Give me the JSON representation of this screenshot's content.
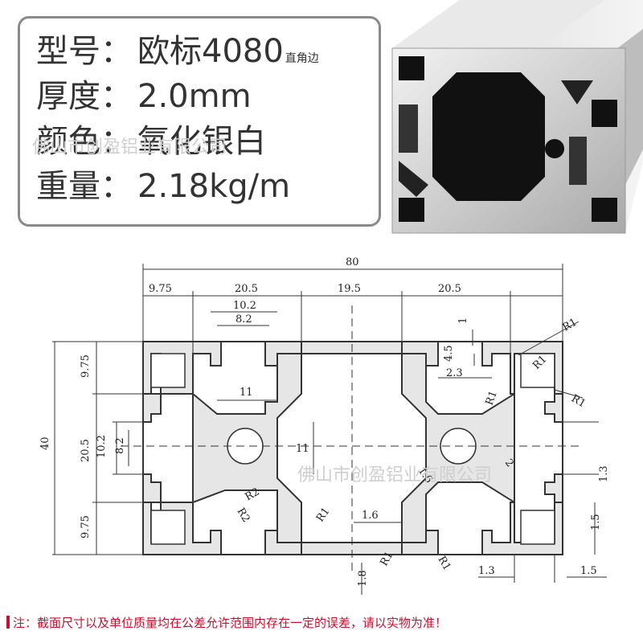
{
  "spec": {
    "model_label": "型号",
    "model_value": "欧标4080",
    "model_suffix": "直角边",
    "thickness_label": "厚度",
    "thickness_value": "2.0mm",
    "color_label": "颜色",
    "color_value": "氧化银白",
    "weight_label": "重量",
    "weight_value": "2.18kg/m",
    "colon": "："
  },
  "watermark": {
    "text_top": "佛山市创盈铝业有限公司",
    "text_drawing": "佛山市创盈铝业有限公司"
  },
  "dimensions": {
    "overall_width": "80",
    "seg_1": "9.75",
    "seg_2": "20.5",
    "seg_3": "19.5",
    "seg_4": "20.5",
    "slot_outer": "10.2",
    "slot_inner": "8.2",
    "overall_height": "40",
    "left_top": "9.75",
    "left_mid": "20.5",
    "left_mid_a": "10.2",
    "left_mid_b": "8.2",
    "left_bottom": "9.75",
    "node_width": "11",
    "node_height": "11",
    "r_top_1": "R1",
    "r_top_2": "R1",
    "r_corner": "R1",
    "r_mid": "R1",
    "r_node": "R2",
    "r_node_2": "R2",
    "r_bot_1": "R1",
    "r_bot_2": "R1",
    "r_bot_3": "R1",
    "d_1": "1",
    "d_45": "4.5",
    "d_23": "2.3",
    "d_16a": "1.6",
    "d_16b": "1.6",
    "d_2": "2",
    "d_13a": "1.3",
    "d_13b": "1.3",
    "d_15a": "1.5",
    "d_15b": "1.5",
    "d_18": "1.8"
  },
  "note": {
    "text": "注：截面尺寸以及单位质量均在公差允许范围内存在一定的误差，请以实物为准！"
  },
  "colors": {
    "accent": "#c8102e",
    "profile_fill": "#e6e6e6",
    "profile_stroke": "#333333"
  }
}
